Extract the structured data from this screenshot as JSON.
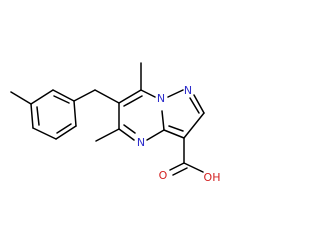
{
  "structure": {
    "atoms": {
      "n_ring_fused": "N",
      "n_pyrazole": "N",
      "n_pyrimidine": "N",
      "carboxyl_oh": "OH",
      "carboxyl_o": "O"
    },
    "colors": {
      "nitrogen": "#2d2dcc",
      "oxygen": "#d32222",
      "bond": "#000000"
    }
  }
}
